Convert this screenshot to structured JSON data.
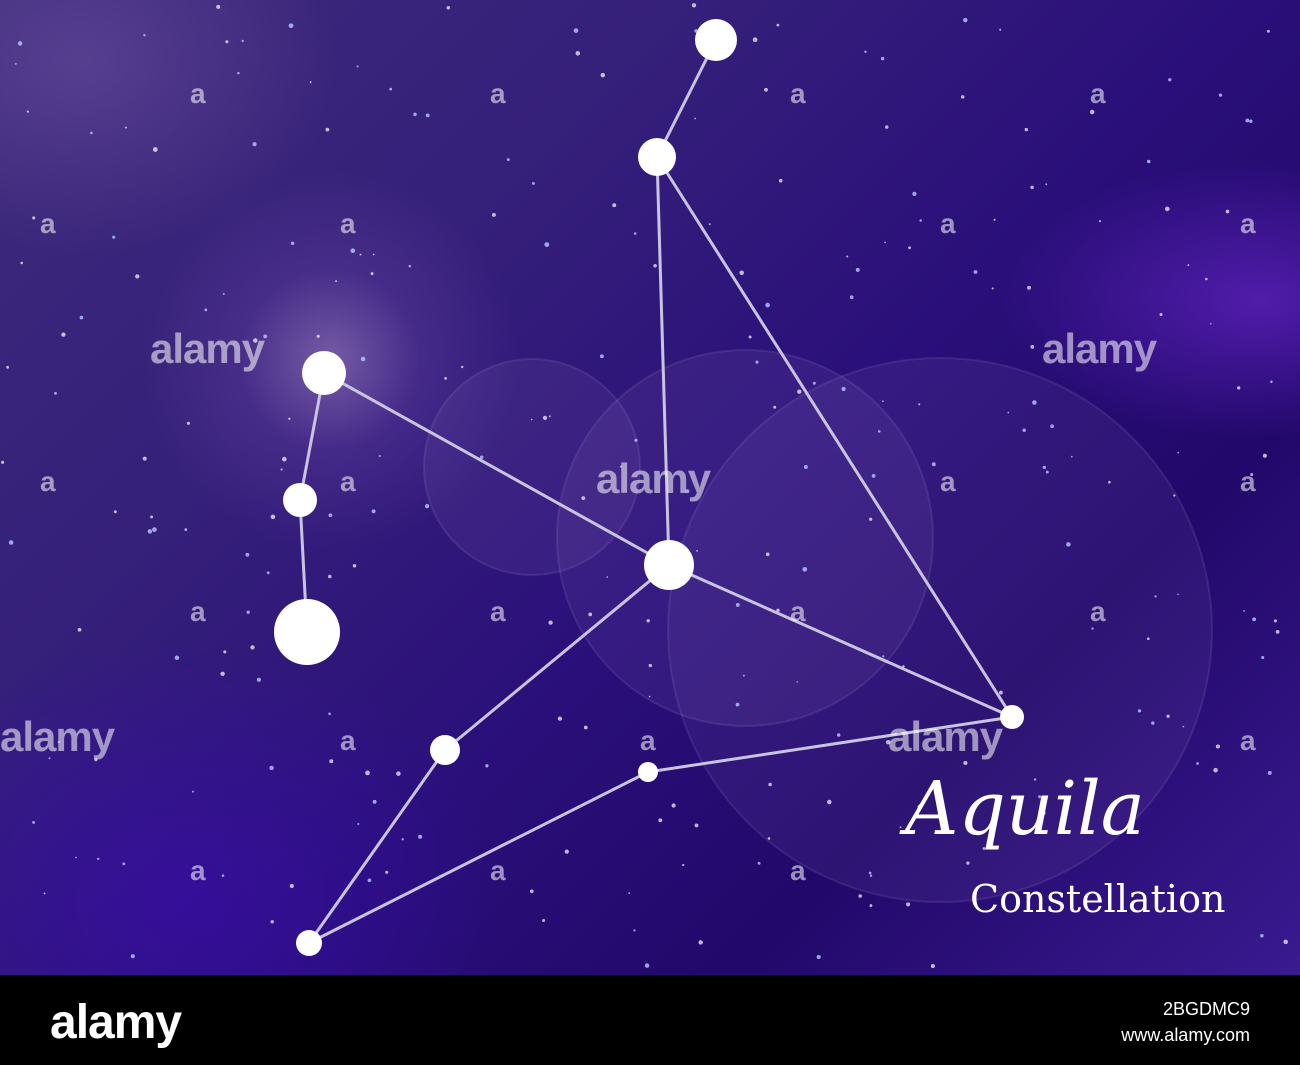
{
  "title": {
    "main": "Aquila",
    "sub": "Constellation"
  },
  "watermark": {
    "text": "alamy",
    "small": "a"
  },
  "footer": {
    "logo": "alamy",
    "image_id": "2BGDMC9",
    "url": "www.alamy.com"
  },
  "colors": {
    "sky_deep": "#22086a",
    "sky_violet": "#3d2a7a",
    "star": "#ffffff",
    "line": "#c8c4e0"
  }
}
